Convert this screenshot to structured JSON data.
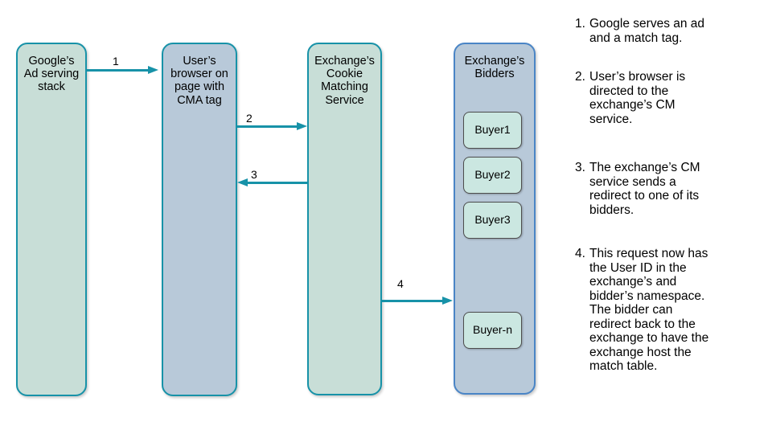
{
  "colors": {
    "teal_accent": "#1792a8",
    "green_fill": "#c8ded7",
    "blue_fill": "#b8c9d9",
    "blue_border": "#4a85c6",
    "buyer_fill": "#cbe7e1",
    "buyer_border": "#4d4d4d",
    "text": "#000000",
    "background": "#ffffff"
  },
  "diagram": {
    "nodes": {
      "google": {
        "label": "Google’s\nAd serving\nstack"
      },
      "browser": {
        "label": "User’s\nbrowser on\npage with\nCMA tag"
      },
      "cm": {
        "label": "Exchange’s\nCookie\nMatching\nService"
      },
      "bidders": {
        "label": "Exchange’s\nBidders",
        "buyers": [
          "Buyer1",
          "Buyer2",
          "Buyer3",
          "Buyer-n"
        ]
      }
    },
    "arrows": [
      {
        "label": "1",
        "from": "google",
        "to": "browser",
        "direction": "right"
      },
      {
        "label": "2",
        "from": "browser",
        "to": "cm",
        "direction": "right"
      },
      {
        "label": "3",
        "from": "cm",
        "to": "browser",
        "direction": "left"
      },
      {
        "label": "4",
        "from": "cm",
        "to": "bidders",
        "direction": "right"
      }
    ]
  },
  "steps": {
    "items": [
      {
        "number": "1.",
        "text": "Google serves an ad\nand a match tag."
      },
      {
        "number": "2.",
        "text": "User’s browser is\ndirected to the\nexchange’s CM\nservice."
      },
      {
        "number": "3.",
        "text": "The exchange’s CM\nservice sends a\nredirect to one of its\nbidders."
      },
      {
        "number": "4.",
        "text": "This request now has\nthe User ID in the\nexchange’s and\nbidder’s namespace.\nThe bidder can\nredirect back to the\nexchange to have the\nexchange host the\nmatch table."
      }
    ]
  }
}
